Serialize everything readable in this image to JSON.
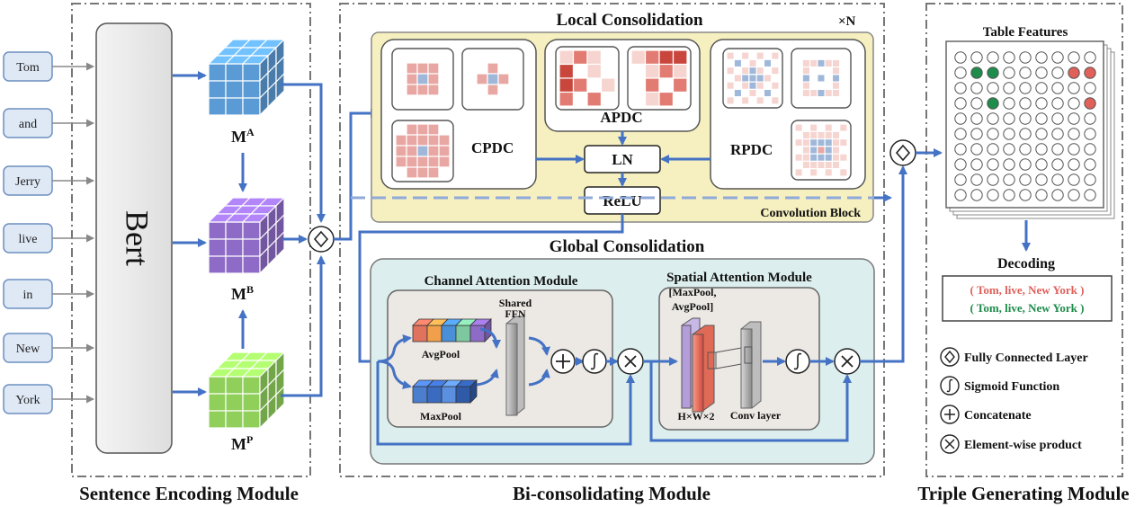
{
  "tokens": [
    "Tom",
    "and",
    "Jerry",
    "live",
    "in",
    "New",
    "York"
  ],
  "bert_label": "Bert",
  "matrices": {
    "a": "M",
    "a_sup": "A",
    "b": "M",
    "b_sup": "B",
    "p": "M",
    "p_sup": "P"
  },
  "modules": {
    "sentence_encoding": "Sentence Encoding Module",
    "bi_consolidating": "Bi-consolidating Module",
    "triple_generating": "Triple Generating Module"
  },
  "local": {
    "title": "Local Consolidation",
    "repeat": "×N",
    "cpdc": "CPDC",
    "apdc": "APDC",
    "rpdc": "RPDC",
    "ln": "LN",
    "relu": "ReLU",
    "conv_block": "Convolution Block"
  },
  "global": {
    "title": "Global Consolidation",
    "channel_title": "Channel Attention Module",
    "spatial_title": "Spatial Attention Module",
    "avgpool": "AvgPool",
    "maxpool": "MaxPool",
    "shared_ffn_1": "Shared",
    "shared_ffn_2": "FFN",
    "pool_concat_1": "[MaxPool,",
    "pool_concat_2": "AvgPool]",
    "hw2": "H×W×2",
    "conv_layer": "Conv layer"
  },
  "table": {
    "title": "Table Features",
    "decoding": "Decoding",
    "triple_red": "( Tom, live, New York )",
    "triple_green": "( Tom, live, New York )"
  },
  "legend": [
    {
      "icon": "diamond",
      "label": "Fully Connected Layer"
    },
    {
      "icon": "sigmoid",
      "label": "Sigmoid Function"
    },
    {
      "icon": "plus",
      "label": "Concatenate"
    },
    {
      "icon": "times",
      "label": "Element-wise product"
    }
  ],
  "colors": {
    "arrow": "#4472c4",
    "local_bg": "#f6f0c0",
    "global_bg": "#dcefee",
    "cube_a": "#5b9bd5",
    "cube_b": "#8e6bc7",
    "cube_p": "#8fcf5a",
    "red_triple": "#e0605a",
    "green_triple": "#1e8c4a"
  }
}
